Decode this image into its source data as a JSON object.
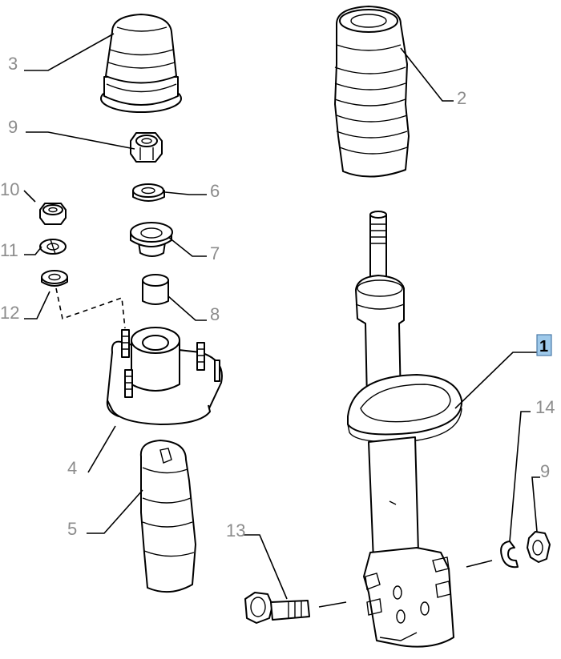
{
  "callouts": {
    "c1": "1",
    "c2": "2",
    "c3": "3",
    "c4": "4",
    "c5": "5",
    "c6": "6",
    "c7": "7",
    "c8": "8",
    "c9a": "9",
    "c9b": "9",
    "c10": "10",
    "c11": "11",
    "c12": "12",
    "c13": "13",
    "c14": "14"
  },
  "highlight_color": "#9ec9ea",
  "callout_color": "#8c8c8c"
}
